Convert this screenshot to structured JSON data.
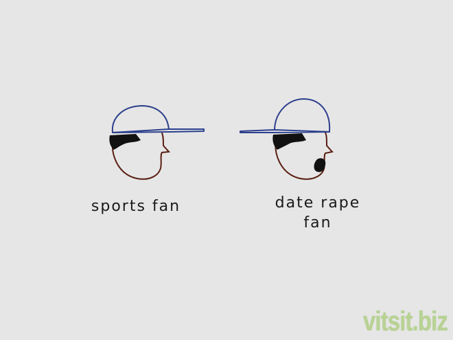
{
  "captions": {
    "left": "sports fan",
    "right_line1": "date rape",
    "right_line2": "fan"
  },
  "watermark": "vitsit.biz",
  "icons": {
    "left_figure": "head-with-cap-icon",
    "right_figure": "head-with-cap-and-beard-icon"
  },
  "colors": {
    "background": "#e6e6e6",
    "cap_outline": "#2b3f8c",
    "face_outline": "#5a1f12",
    "hair": "#111111",
    "text": "#1a1a1a",
    "watermark": "#b8d294"
  }
}
